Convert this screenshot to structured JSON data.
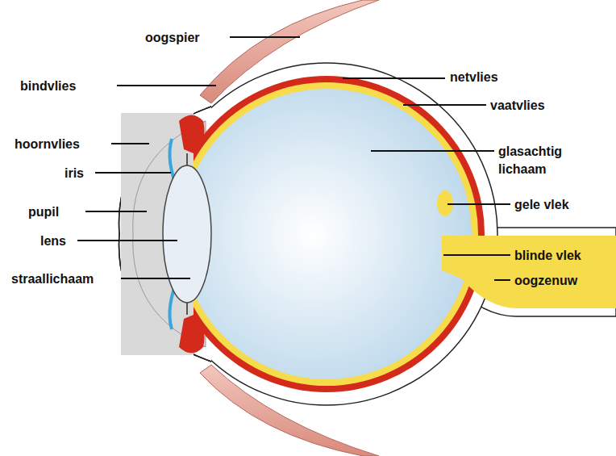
{
  "diagram": {
    "labels": [
      "oogspier",
      "bindvlies",
      "hoornvlies",
      "iris",
      "pupil",
      "lens",
      "straallichaam",
      "netvlies",
      "vaatvlies",
      "glasachtig lichaam",
      "gele vlek",
      "blinde vlek",
      "oogzenuw"
    ]
  }
}
